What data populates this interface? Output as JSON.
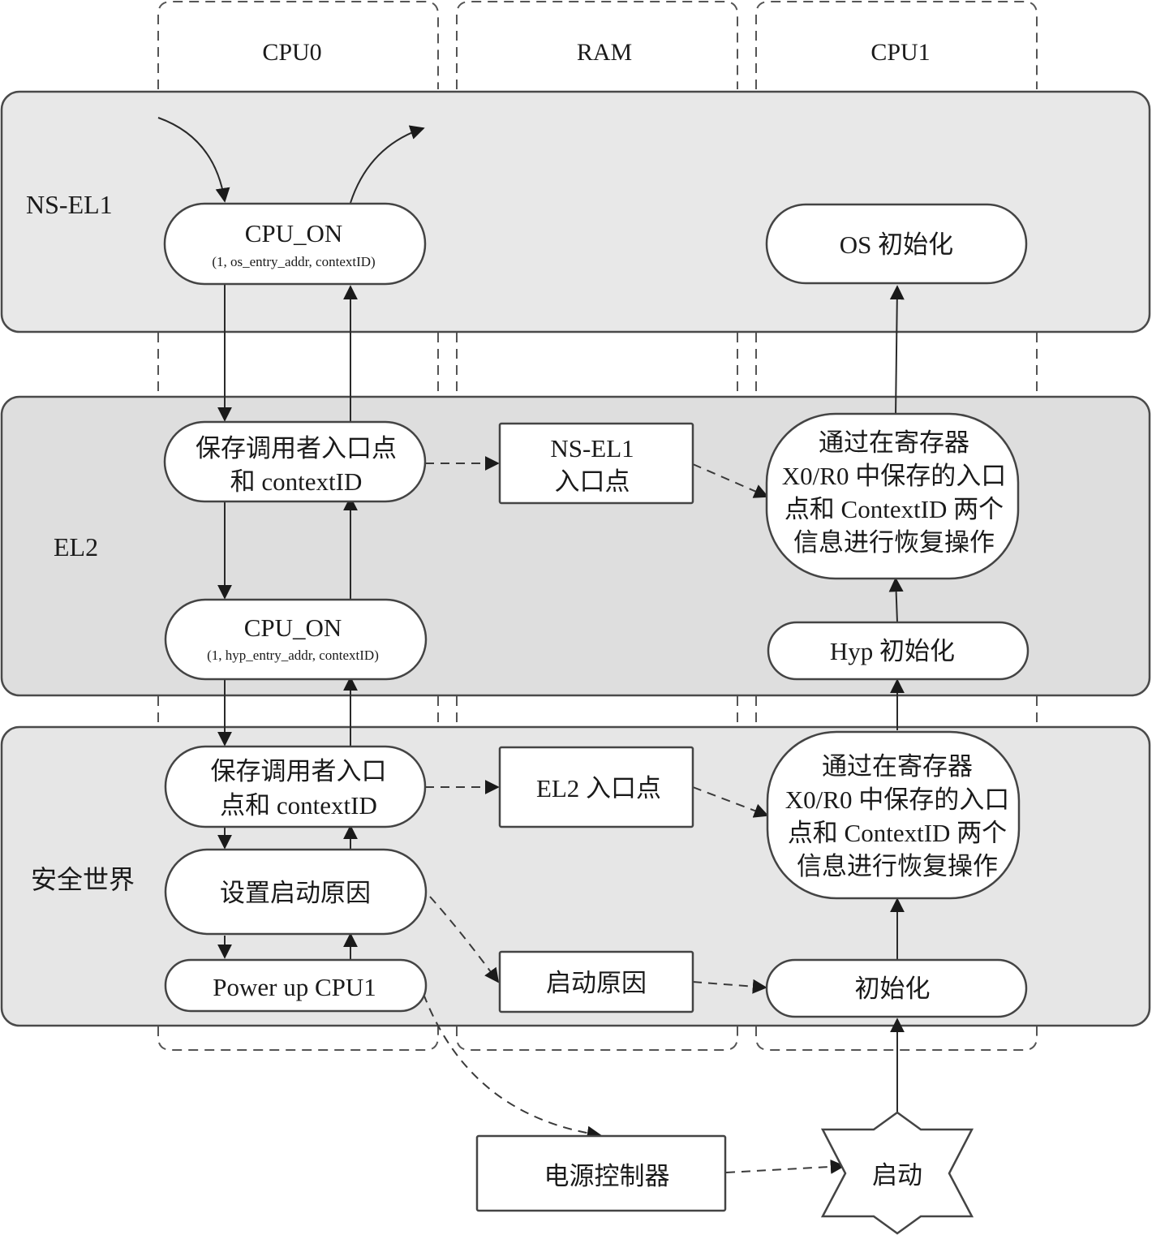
{
  "columns": {
    "cpu0": "CPU0",
    "ram": "RAM",
    "cpu1": "CPU1"
  },
  "bands": {
    "ns_el1": "NS-EL1",
    "el2": "EL2",
    "secure": "安全世界"
  },
  "nodes": {
    "cpu_on_os": {
      "title": "CPU_ON",
      "args": "(1, os_entry_addr, contextID)"
    },
    "os_init": "OS 初始化",
    "save_caller_el2": [
      "保存调用者入口点",
      "和 contextID"
    ],
    "ns_el1_entry": [
      "NS-EL1",
      "入口点"
    ],
    "restore_el2": [
      "通过在寄存器",
      "X0/R0 中保存的入口",
      "点和 ContextID 两个",
      "信息进行恢复操作"
    ],
    "cpu_on_hyp": {
      "title": "CPU_ON",
      "args": "(1, hyp_entry_addr, contextID)"
    },
    "hyp_init": "Hyp 初始化",
    "save_caller_secure": [
      "保存调用者入口",
      "点和 contextID"
    ],
    "el2_entry": "EL2 入口点",
    "restore_secure": [
      "通过在寄存器",
      "X0/R0 中保存的入口",
      "点和 ContextID 两个",
      "信息进行恢复操作"
    ],
    "set_boot_reason": "设置启动原因",
    "boot_reason": "启动原因",
    "power_up_cpu1": "Power up CPU1",
    "init": "初始化",
    "power_controller": "电源控制器",
    "boot": "启动"
  }
}
